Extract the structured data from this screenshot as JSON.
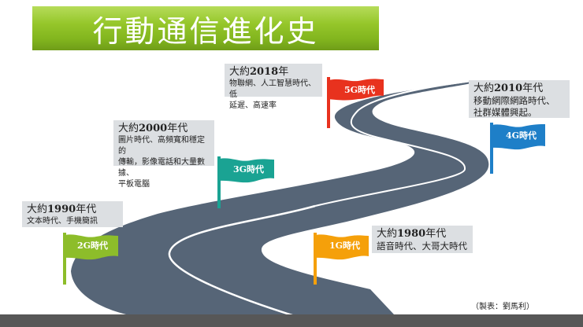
{
  "title": "行動通信進化史",
  "colors": {
    "title_bar": "#8cc026",
    "road": "#566577",
    "road_line": "#ffffff",
    "info_box": "#dcdfe2",
    "bottom_strip": "#575757"
  },
  "milestones": [
    {
      "generation": "1G",
      "flag_label": "1G時代",
      "flag_color": "#f5a00a",
      "era_prefix": "大約",
      "era_year": "1980",
      "era_suffix": "年代",
      "description_lines": [
        "語音時代、大哥大時代"
      ]
    },
    {
      "generation": "2G",
      "flag_label": "2G時代",
      "flag_color": "#8dbd2a",
      "era_prefix": "大約",
      "era_year": "1990",
      "era_suffix": "年代",
      "description_lines": [
        "文本時代、手機簡訊"
      ]
    },
    {
      "generation": "3G",
      "flag_label": "3G時代",
      "flag_color": "#1aa393",
      "era_prefix": "大約",
      "era_year": "2000",
      "era_suffix": "年代",
      "description_lines": [
        "圖片時代、高頻寬和穩定的",
        "傳輸，影像電話和大量數據、",
        "平板電腦"
      ]
    },
    {
      "generation": "4G",
      "flag_label": "4G時代",
      "flag_color": "#1e7fc8",
      "era_prefix": "大約",
      "era_year": "2010",
      "era_suffix": "年代",
      "description_lines": [
        "移動網際網路時代、",
        "社群媒體興起。"
      ]
    },
    {
      "generation": "5G",
      "flag_label": "5G時代",
      "flag_color": "#e8321e",
      "era_prefix": "大約",
      "era_year": "2018",
      "era_suffix": "年",
      "description_lines": [
        "物聯網、人工智慧時代、低",
        "延遲、高速率"
      ]
    }
  ],
  "credit": "（製表：劉馬利）"
}
